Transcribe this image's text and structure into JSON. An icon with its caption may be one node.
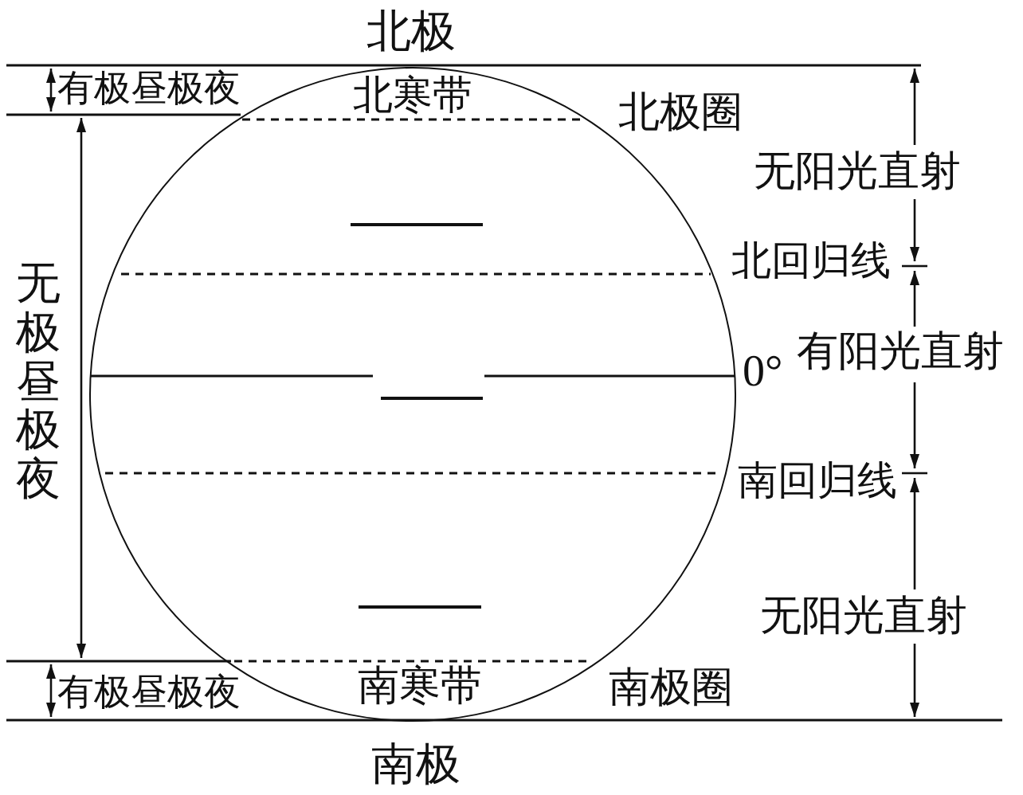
{
  "diagram": {
    "nodes": [
      {
        "text": [
          "北寒带",
          "南寒带"
        ]
      }
    ],
    "labels": [
      "北极",
      "有极昼极夜",
      "北极圈",
      "无阳光直射",
      "无极昼极夜",
      "北回归线",
      "0°",
      "有阳光直射",
      "南回归线",
      "无阳光直射",
      "有极昼极夜",
      "南极圈",
      "南极"
    ]
  }
}
